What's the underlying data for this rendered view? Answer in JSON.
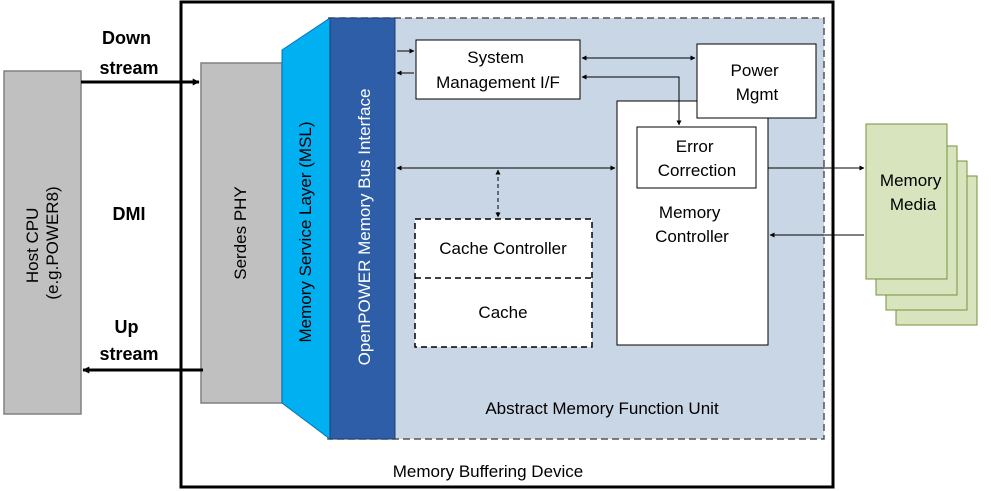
{
  "outer_box": {
    "label": "Memory Buffering Device"
  },
  "host_cpu": {
    "line1": "Host CPU",
    "line2": "(e.g.POWER8)"
  },
  "downstream": {
    "line1": "Down",
    "line2": "stream"
  },
  "upstream": {
    "line1": "Up",
    "line2": "stream"
  },
  "dmi_label": "DMI",
  "serdes_phy": "Serdes PHY",
  "msl": "Memory Service Layer (MSL)",
  "omi": "OpenPOWER Memory Bus Interface",
  "abstract_unit": {
    "label": "Abstract Memory Function Unit"
  },
  "system_mgmt": {
    "line1": "System",
    "line2": "Management I/F"
  },
  "power_mgmt": {
    "line1": "Power",
    "line2": "Mgmt"
  },
  "error_correction": {
    "line1": "Error",
    "line2": "Correction"
  },
  "memory_controller": {
    "line1": "Memory",
    "line2": "Controller"
  },
  "cache_controller": "Cache Controller",
  "cache": "Cache",
  "memory_media": {
    "line1": "Memory",
    "line2": "Media"
  },
  "colors": {
    "host_gray": "#c0c0c0",
    "msl_cyan": "#00b0f0",
    "omi_blue": "#2e5ea8",
    "abstract_fill": "#c9d6e5",
    "media_green": "#d7e4bd",
    "media_border": "#76923c"
  }
}
